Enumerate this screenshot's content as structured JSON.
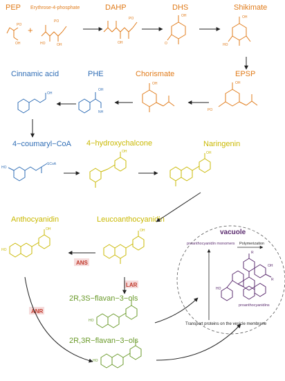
{
  "colors": {
    "orange": "#e07b1a",
    "blue": "#2f6db5",
    "yellow": "#c9b800",
    "green": "#6a9a2a",
    "purple": "#5b2c6f",
    "enzyme_red": "#c0392b",
    "enzyme_bg": "#f6dcdc",
    "arrow": "#222222"
  },
  "compounds": {
    "pep": "PEP",
    "e4p": "Erythrose-4-phosphate",
    "plus": "+",
    "dahp": "DAHP",
    "dhs": "DHS",
    "shikimate": "Shikimate",
    "epsp": "EPSP",
    "chorismate": "Chorismate",
    "phe": "PHE",
    "cinnamic": "Cinnamic acid",
    "coumaryl": "4−coumaryl−CoA",
    "hydroxychalcone": "4−hydroxychalcone",
    "naringenin": "Naringenin",
    "anthocyanidin": "Anthocyanidin",
    "leucoanthocyanidin": "Leucoanthocyanidin",
    "flavan_2r3s": "2R,3S−flavan−3−ols",
    "flavan_2r3r": "2R,3R−flavan−3−ols"
  },
  "enzymes": {
    "ans": "ANS",
    "lar": "LAR",
    "anr": "ANR"
  },
  "vacuole": {
    "title": "vacuole",
    "monomers": "proanthocyanidin monomers",
    "polymerization": "Polymerization",
    "polymers": "proanthocyanidins",
    "transport": "Transport proteins on the vesicle membrane"
  },
  "atoms": {
    "oh": "OH",
    "ho": "HO",
    "o": "O",
    "po3": "PO",
    "scoa": "SCoA",
    "nh2": "NH",
    "r1": "R",
    "r2": "R"
  }
}
